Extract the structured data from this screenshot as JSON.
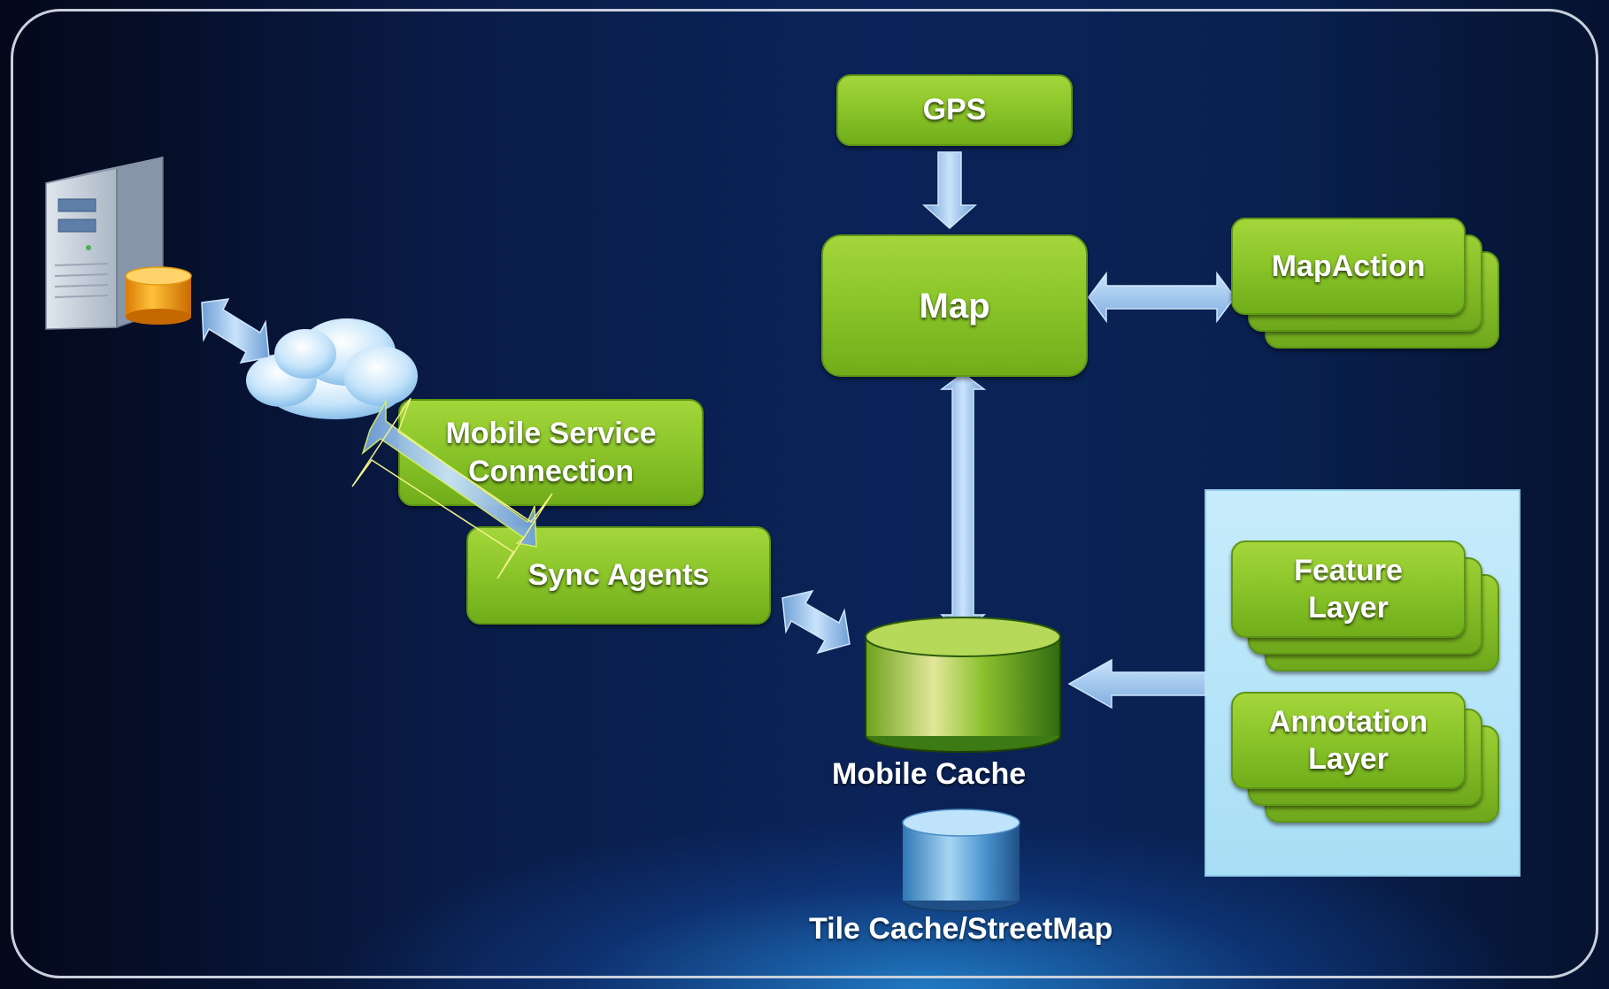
{
  "diagram": {
    "nodes": {
      "gps": "GPS",
      "map": "Map",
      "map_action": "MapAction",
      "mobile_service_connection_line1": "Mobile Service",
      "mobile_service_connection_line2": "Connection",
      "sync_agents": "Sync Agents",
      "feature_layer_line1": "Feature",
      "feature_layer_line2": "Layer",
      "annotation_layer_line1": "Annotation",
      "annotation_layer_line2": "Layer",
      "mobile_cache": "Mobile Cache",
      "tile_cache": "Tile Cache/StreetMap"
    },
    "icons": [
      "server-icon",
      "database-icon",
      "cloud-icon",
      "cylinder-icon"
    ],
    "colors": {
      "box_green": "#8cc62a",
      "arrow_blue": "#9cc8ee",
      "panel_light_blue": "#b8e6f8",
      "background_navy": "#0a1d4a"
    }
  }
}
